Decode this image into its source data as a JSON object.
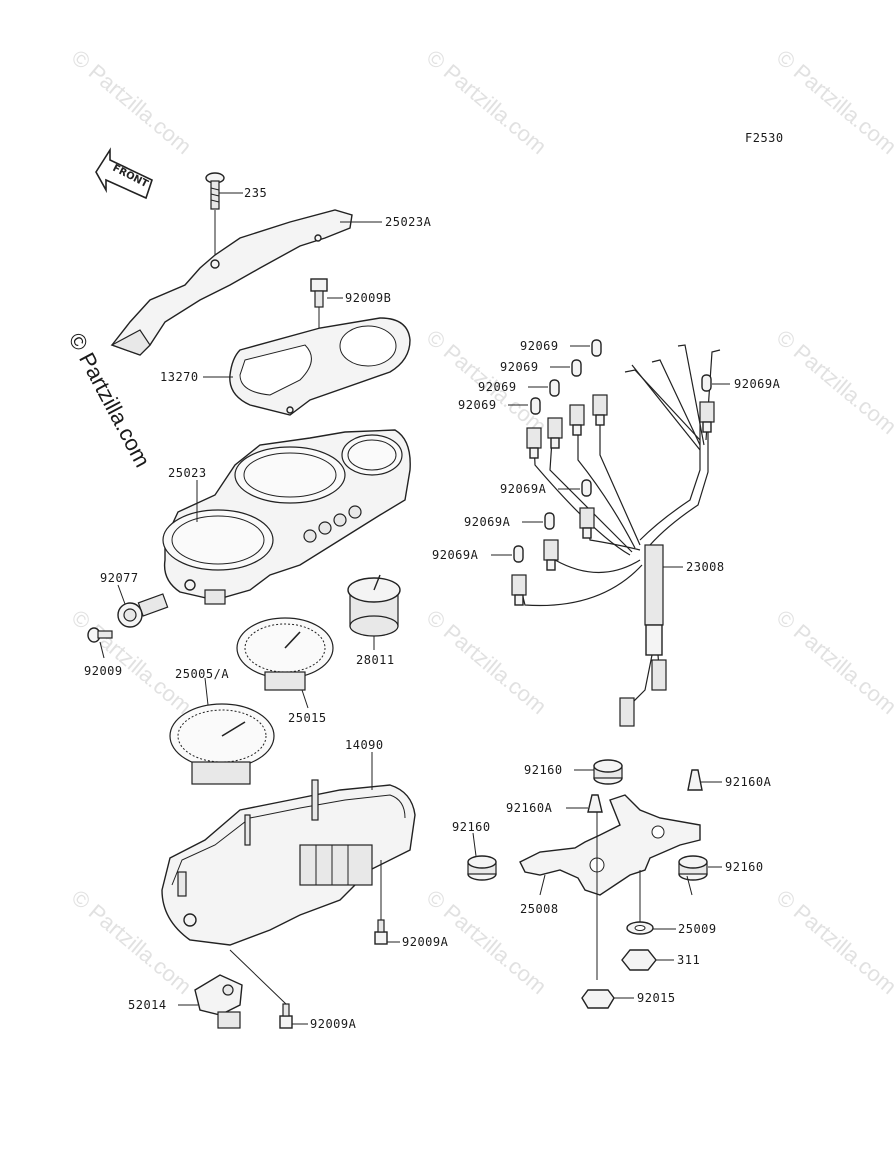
{
  "figure_code": "F2530",
  "direction_label": "FRONT",
  "watermark": "© Partzilla.com",
  "side_watermark": "© Partzilla.com",
  "parts": [
    {
      "number": "235"
    },
    {
      "number": "25023A"
    },
    {
      "number": "92009B"
    },
    {
      "number": "13270"
    },
    {
      "number": "25023"
    },
    {
      "number": "92077"
    },
    {
      "number": "92009"
    },
    {
      "number": "28011"
    },
    {
      "number": "25005/A"
    },
    {
      "number": "25015"
    },
    {
      "number": "14090"
    },
    {
      "number": "92009A"
    },
    {
      "number": "52014"
    },
    {
      "number": "92009A"
    },
    {
      "number": "92069"
    },
    {
      "number": "92069"
    },
    {
      "number": "92069"
    },
    {
      "number": "92069"
    },
    {
      "number": "92069A"
    },
    {
      "number": "92069A"
    },
    {
      "number": "92069A"
    },
    {
      "number": "92069A"
    },
    {
      "number": "23008"
    },
    {
      "number": "92160"
    },
    {
      "number": "92160A"
    },
    {
      "number": "92160A"
    },
    {
      "number": "92160"
    },
    {
      "number": "92160"
    },
    {
      "number": "25008"
    },
    {
      "number": "25009"
    },
    {
      "number": "311"
    },
    {
      "number": "92015"
    }
  ]
}
